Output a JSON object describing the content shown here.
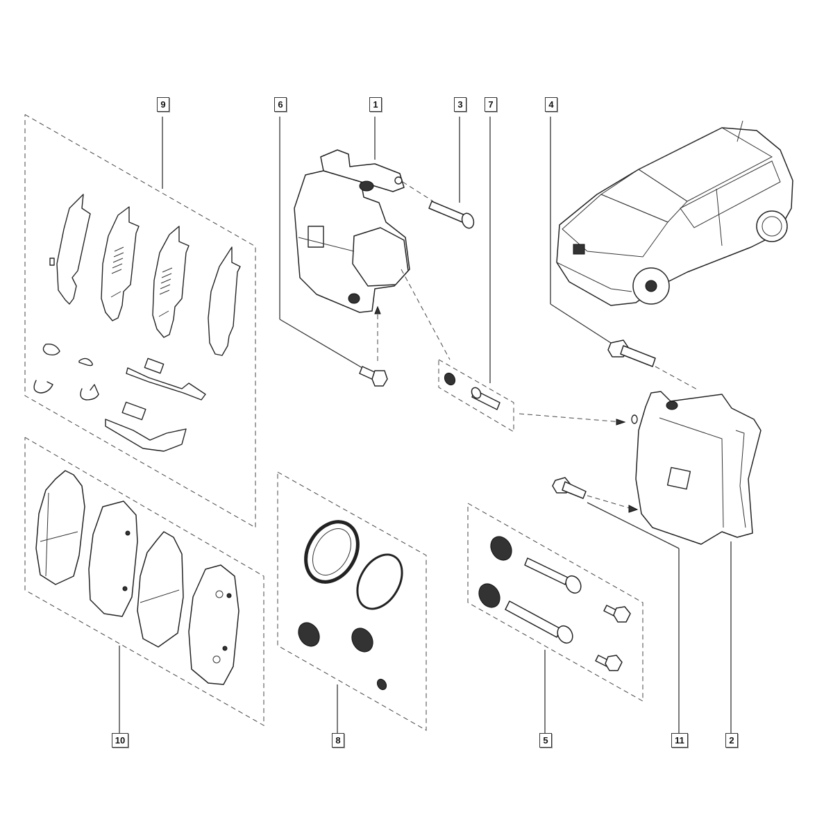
{
  "diagram": {
    "title_visible": false,
    "line_color": "#222222",
    "background": "#ffffff",
    "callouts": [
      {
        "id": "callout-9",
        "label": "9",
        "refers_to": "pad-fitting-kit"
      },
      {
        "id": "callout-6",
        "label": "6",
        "refers_to": "caliper-lower-bolt"
      },
      {
        "id": "callout-1",
        "label": "1",
        "refers_to": "brake-caliper"
      },
      {
        "id": "callout-3",
        "label": "3",
        "refers_to": "caliper-guide-bolt"
      },
      {
        "id": "callout-7",
        "label": "7",
        "refers_to": "bleed-screw-kit"
      },
      {
        "id": "callout-4",
        "label": "4",
        "refers_to": "caliper-bracket-bolt"
      },
      {
        "id": "callout-10",
        "label": "10",
        "refers_to": "brake-pad-set"
      },
      {
        "id": "callout-8",
        "label": "8",
        "refers_to": "caliper-repair-kit"
      },
      {
        "id": "callout-5",
        "label": "5",
        "refers_to": "guide-pin-kit"
      },
      {
        "id": "callout-11",
        "label": "11",
        "refers_to": "bracket-lower-bolt"
      },
      {
        "id": "callout-2",
        "label": "2",
        "refers_to": "caliper-carrier-assembly"
      }
    ]
  }
}
